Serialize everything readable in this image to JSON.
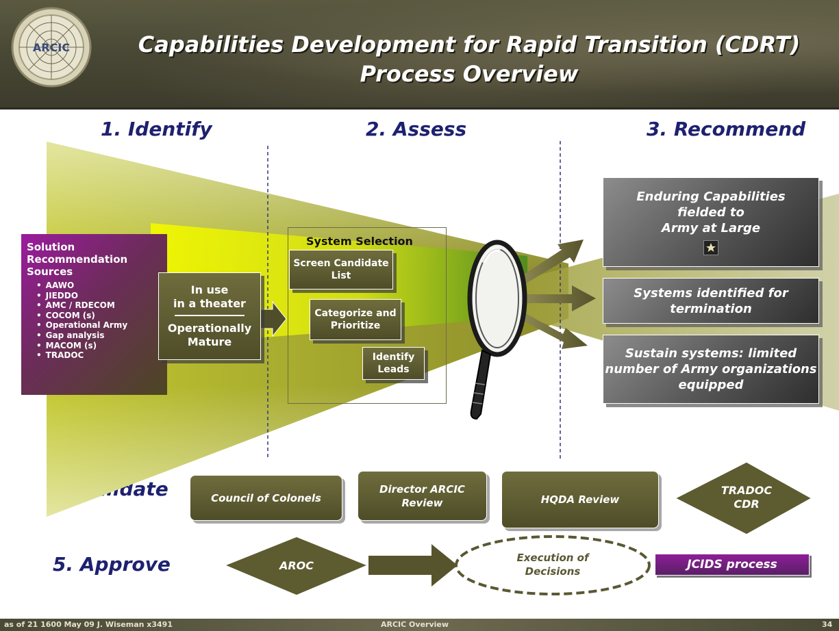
{
  "header": {
    "logo_text": "ARCIC",
    "title_line1": "Capabilities Development for Rapid Transition (CDRT)",
    "title_line2": "Process Overview"
  },
  "phases": {
    "identify": "1. Identify",
    "assess": "2. Assess",
    "recommend": "3. Recommend",
    "validate": "4. Validate",
    "approve": "5. Approve"
  },
  "sources": {
    "title": "Solution Recommendation Sources",
    "items": [
      "AAWO",
      "JIEDDO",
      "AMC / RDECOM",
      "COCOM (s)",
      "Operational Army",
      "Gap analysis",
      "MACOM (s)",
      "TRADOC"
    ]
  },
  "in_use": {
    "line1": "In use",
    "line2": "in a theater",
    "line3": "Operationally",
    "line4": "Mature"
  },
  "system_selection": {
    "title": "System Selection",
    "screen": "Screen Candidate List",
    "categorize": "Categorize and Prioritize",
    "leads": "Identify Leads"
  },
  "recommendations": {
    "enduring_line1": "Enduring Capabilities",
    "enduring_line2": "fielded to",
    "enduring_line3": "Army at Large",
    "termination": "Systems identified for termination",
    "sustain": "Sustain systems: limited number of Army organizations equipped"
  },
  "validate_steps": {
    "council": "Council of Colonels",
    "director": "Director ARCIC Review",
    "hqda": "HQDA Review",
    "tradoc": "TRADOC CDR"
  },
  "approve_steps": {
    "aroc": "AROC",
    "execution": "Execution of Decisions",
    "jcids": "JCIDS process"
  },
  "footer": {
    "left": "as of 21 1600 May 09  J. Wiseman x3491",
    "center": "ARCIC Overview",
    "page": "34"
  },
  "colors": {
    "phase_text": "#1e2170",
    "olive_box": "#5f5d33",
    "purple_box": "#8d1f98",
    "funnel": "#c8cf2a"
  }
}
